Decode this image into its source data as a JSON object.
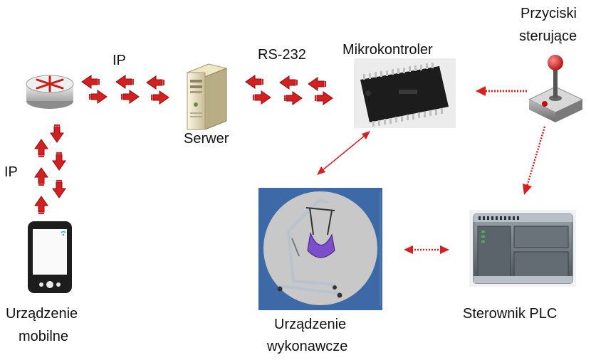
{
  "diagram": {
    "labels": {
      "ip_top": "IP",
      "ip_left": "IP",
      "rs232": "RS-232",
      "server": "Serwer",
      "microcontroller": "Mikrokontroler",
      "buttons_line1": "Przyciski",
      "buttons_line2": "sterujące",
      "mobile_line1": "Urządzenie",
      "mobile_line2": "mobilne",
      "actuator_line1": "Urządzenie",
      "actuator_line2": "wykonawcze",
      "plc": "Sterownik PLC"
    },
    "nodes": [
      {
        "id": "router",
        "icon": "router-icon"
      },
      {
        "id": "server",
        "icon": "server-tower-icon"
      },
      {
        "id": "microcontroller",
        "icon": "microchip-icon"
      },
      {
        "id": "control-buttons",
        "icon": "joystick-icon"
      },
      {
        "id": "mobile-device",
        "icon": "smartphone-icon"
      },
      {
        "id": "actuator-device",
        "icon": "patient-lift-icon"
      },
      {
        "id": "plc-controller",
        "icon": "plc-icon"
      }
    ],
    "connections": [
      {
        "from": "router",
        "to": "server",
        "label": "IP",
        "style": "bold-red-arrows"
      },
      {
        "from": "server",
        "to": "microcontroller",
        "label": "RS-232",
        "style": "bold-red-arrows"
      },
      {
        "from": "router",
        "to": "mobile-device",
        "label": "IP",
        "style": "bold-red-arrows"
      },
      {
        "from": "control-buttons",
        "to": "microcontroller",
        "style": "dotted-red-arrow"
      },
      {
        "from": "control-buttons",
        "to": "plc-controller",
        "style": "dotted-red-arrow"
      },
      {
        "from": "microcontroller",
        "to": "actuator-device",
        "style": "thin-red-double-arrow"
      },
      {
        "from": "actuator-device",
        "to": "plc-controller",
        "style": "dotted-red-double-arrow"
      }
    ],
    "colors": {
      "arrow_red": "#d42020",
      "arrow_dark": "#8a0d0d",
      "actuator_bg": "#3d6aa6",
      "actuator_disc": "#c8c8c8",
      "sling_purple": "#7b4fc9"
    }
  }
}
